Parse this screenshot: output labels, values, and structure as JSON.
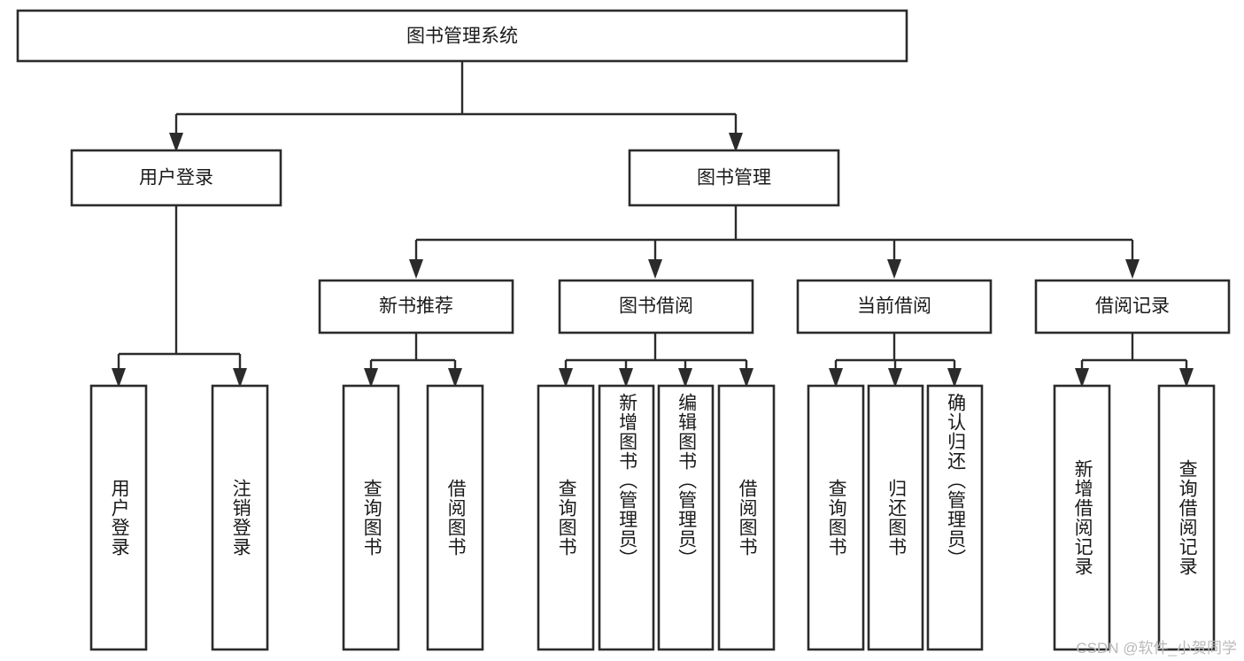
{
  "diagram": {
    "type": "tree",
    "title": "图书管理系统",
    "root": {
      "id": "root",
      "label": "图书管理系统",
      "orientation": "horizontal"
    },
    "level2": [
      {
        "id": "user-login",
        "label": "用户登录",
        "orientation": "horizontal"
      },
      {
        "id": "book-manage",
        "label": "图书管理",
        "orientation": "horizontal"
      }
    ],
    "level3": [
      {
        "id": "new-book-recommend",
        "label": "新书推荐",
        "orientation": "horizontal"
      },
      {
        "id": "book-borrow",
        "label": "图书借阅",
        "orientation": "horizontal"
      },
      {
        "id": "current-borrow",
        "label": "当前借阅",
        "orientation": "horizontal"
      },
      {
        "id": "borrow-record",
        "label": "借阅记录",
        "orientation": "horizontal"
      }
    ],
    "leaves": [
      {
        "id": "leaf-user-login",
        "parent": "user-login",
        "label": "用户登录",
        "orientation": "vertical",
        "align": "center"
      },
      {
        "id": "leaf-logout-login",
        "parent": "user-login",
        "label": "注销登录",
        "orientation": "vertical",
        "align": "center"
      },
      {
        "id": "leaf-query-book-1",
        "parent": "new-book-recommend",
        "label": "查询图书",
        "orientation": "vertical",
        "align": "center"
      },
      {
        "id": "leaf-borrow-book-1",
        "parent": "new-book-recommend",
        "label": "借阅图书",
        "orientation": "vertical",
        "align": "center"
      },
      {
        "id": "leaf-query-book-2",
        "parent": "book-borrow",
        "label": "查询图书",
        "orientation": "vertical",
        "align": "center"
      },
      {
        "id": "leaf-add-book",
        "parent": "book-borrow",
        "label": "新增图书（管理员）",
        "orientation": "vertical",
        "align": "top"
      },
      {
        "id": "leaf-edit-book",
        "parent": "book-borrow",
        "label": "编辑图书（管理员）",
        "orientation": "vertical",
        "align": "top"
      },
      {
        "id": "leaf-borrow-book-2",
        "parent": "book-borrow",
        "label": "借阅图书",
        "orientation": "vertical",
        "align": "center"
      },
      {
        "id": "leaf-query-book-3",
        "parent": "current-borrow",
        "label": "查询图书",
        "orientation": "vertical",
        "align": "center"
      },
      {
        "id": "leaf-return-book",
        "parent": "current-borrow",
        "label": "归还图书",
        "orientation": "vertical",
        "align": "center"
      },
      {
        "id": "leaf-confirm-return",
        "parent": "current-borrow",
        "label": "确认归还（管理员）",
        "orientation": "vertical",
        "align": "top"
      },
      {
        "id": "leaf-add-record",
        "parent": "borrow-record",
        "label": "新增借阅记录",
        "orientation": "vertical",
        "align": "center"
      },
      {
        "id": "leaf-query-record",
        "parent": "borrow-record",
        "label": "查询借阅记录",
        "orientation": "vertical",
        "align": "center"
      }
    ]
  },
  "watermark": {
    "text": "CSDN @软件_小贺同学"
  },
  "colors": {
    "background": "#ffffff",
    "box_stroke": "#2b2b2b",
    "box_fill": "#ffffff",
    "text": "#1a1a1a",
    "watermark": "#b9b9b9"
  }
}
